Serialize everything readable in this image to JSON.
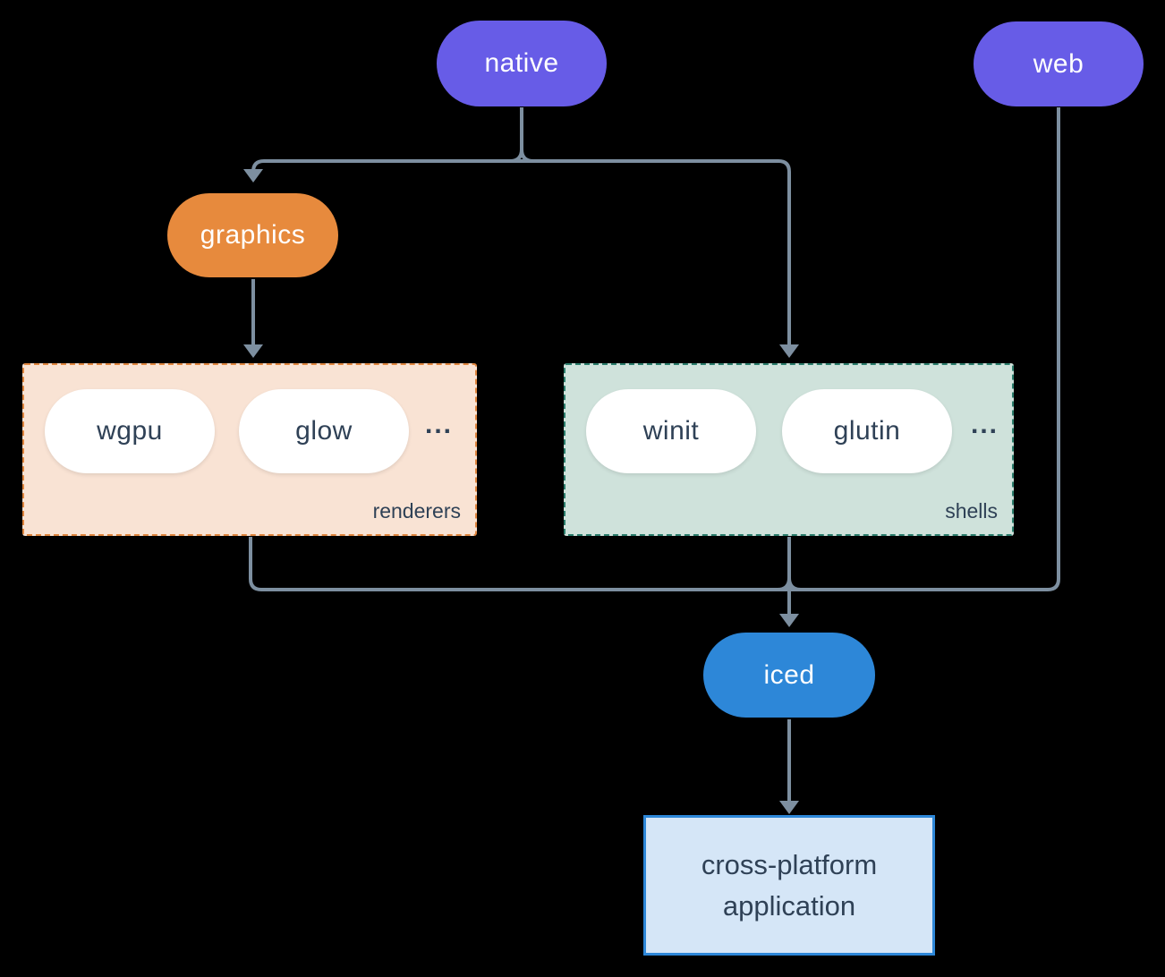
{
  "nodes": {
    "native": {
      "label": "native",
      "color": "#675ce7"
    },
    "web": {
      "label": "web",
      "color": "#675ce7"
    },
    "graphics": {
      "label": "graphics",
      "color": "#e78a3d"
    },
    "iced": {
      "label": "iced",
      "color": "#2d87d8"
    },
    "application": {
      "lines": [
        "cross-platform",
        "application"
      ]
    }
  },
  "groups": {
    "renderers": {
      "label": "renderers",
      "pills": [
        "wgpu",
        "glow"
      ],
      "ellipsis": "..."
    },
    "shells": {
      "label": "shells",
      "pills": [
        "winit",
        "glutin"
      ],
      "ellipsis": "..."
    }
  },
  "colors": {
    "background": "#000000",
    "edge": "#7d8fa0",
    "purple_node": "#675ce7",
    "orange_node": "#e78a3d",
    "blue_node": "#2d87d8",
    "renderers_box_bg": "#f9e3d4",
    "renderers_box_border": "#e0863f",
    "shells_box_bg": "#cfe2db",
    "shells_box_border": "#2b7d6c",
    "application_box_bg": "#d5e6f7",
    "application_box_border": "#2d87d8",
    "dark_text": "#2f4156"
  }
}
